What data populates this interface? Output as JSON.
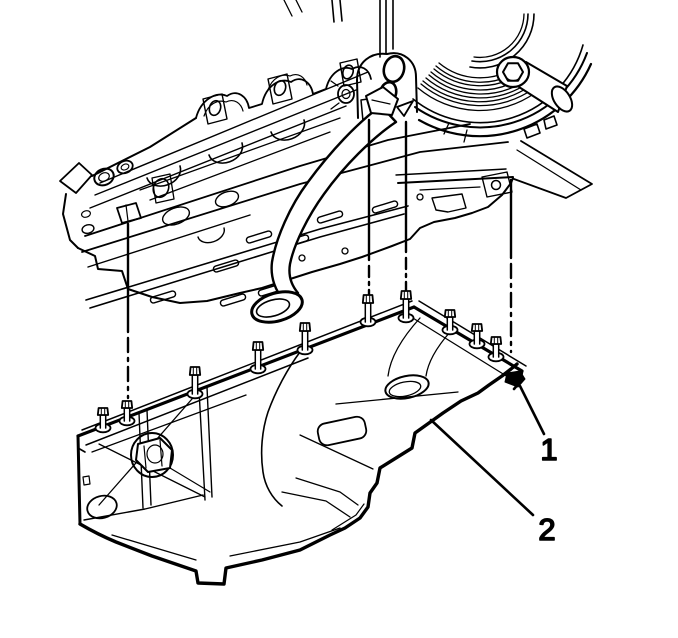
{
  "figure": {
    "type": "line-art technical illustration",
    "subject": "engine oil pan installation",
    "background": "#ffffff",
    "ink": "#000000"
  },
  "callouts": [
    {
      "number": "1"
    },
    {
      "number": "2"
    }
  ],
  "parts": {
    "engine": "engine-assembly",
    "pulley": "crankshaft-pulley",
    "pickup": "oil-pickup-tube-and-screen",
    "pan": "oil-pan",
    "bolts": "oil-pan-bolts"
  }
}
